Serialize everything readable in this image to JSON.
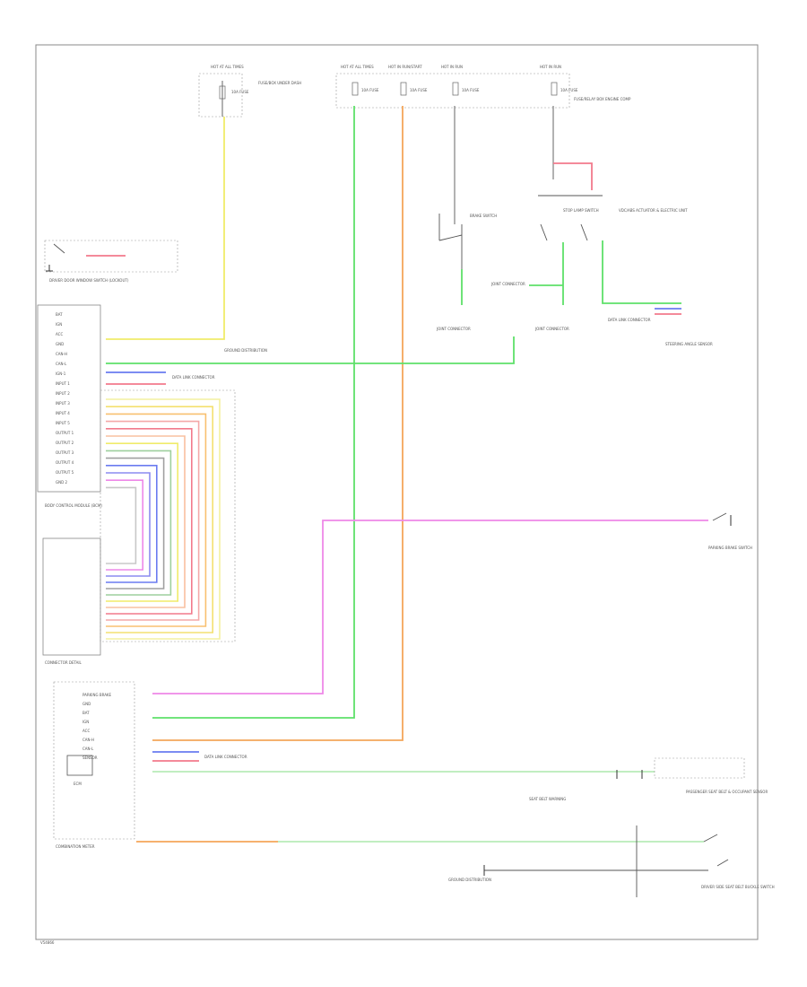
{
  "diagram": {
    "page_code": "V54866",
    "top_fuses": [
      {
        "header": "HOT AT ALL TIMES",
        "fuse": "10A FUSE",
        "note": "FUSE/BOX UNDER DASH"
      },
      {
        "header": "HOT AT ALL TIMES",
        "fuse": "10A FUSE"
      },
      {
        "header": "HOT IN RUN/START",
        "fuse": "10A FUSE"
      },
      {
        "header": "HOT IN RUN",
        "fuse": "10A FUSE"
      },
      {
        "header": "HOT IN RUN",
        "fuse": "10A FUSE",
        "note": "FUSE/RELAY BOX ENGINE COMP"
      }
    ],
    "components": {
      "driver_window": "DRIVER DOOR WINDOW SWITCH (LOCKOUT)",
      "body_control_module": "BODY CONTROL MODULE (BCM)",
      "connection_detail": "CONNECTOR DETAIL",
      "combination_meter": "COMBINATION METER",
      "ecm": "ECM",
      "brake_switch": "BRAKE SWITCH",
      "stop_lamp_switch": "STOP LAMP SWITCH",
      "steering_angle": "STEERING ANGLE SENSOR",
      "parking_brake": "PARKING BRAKE SWITCH",
      "vdc_unit": "VDC/ABS ACTUATOR & ELECTRIC UNIT",
      "driver_seatbelt": "DRIVER SIDE SEAT BELT BUCKLE SWITCH",
      "passenger_occupant": "PASSENGER SEAT BELT & OCCUPANT SENSOR"
    },
    "bcm_pins": [
      "BAT",
      "IGN",
      "ACC",
      "GND",
      "CAN-H",
      "CAN-L",
      "IGN-1",
      "INPUT 1",
      "INPUT 2",
      "INPUT 3",
      "INPUT 4",
      "INPUT 5",
      "OUTPUT 1",
      "OUTPUT 2",
      "OUTPUT 3",
      "OUTPUT 4",
      "OUTPUT 5",
      "GND 2"
    ],
    "meter_pins": [
      "PARKING BRAKE",
      "GND",
      "BAT",
      "IGN",
      "ACC",
      "CAN-H",
      "CAN-L",
      "SENSOR"
    ],
    "notes": {
      "data_link": "DATA LINK CONNECTOR",
      "junction": "JOINT CONNECTOR",
      "ground": "GROUND DISTRIBUTION",
      "seat_belt": "SEAT BELT WARNING"
    }
  }
}
